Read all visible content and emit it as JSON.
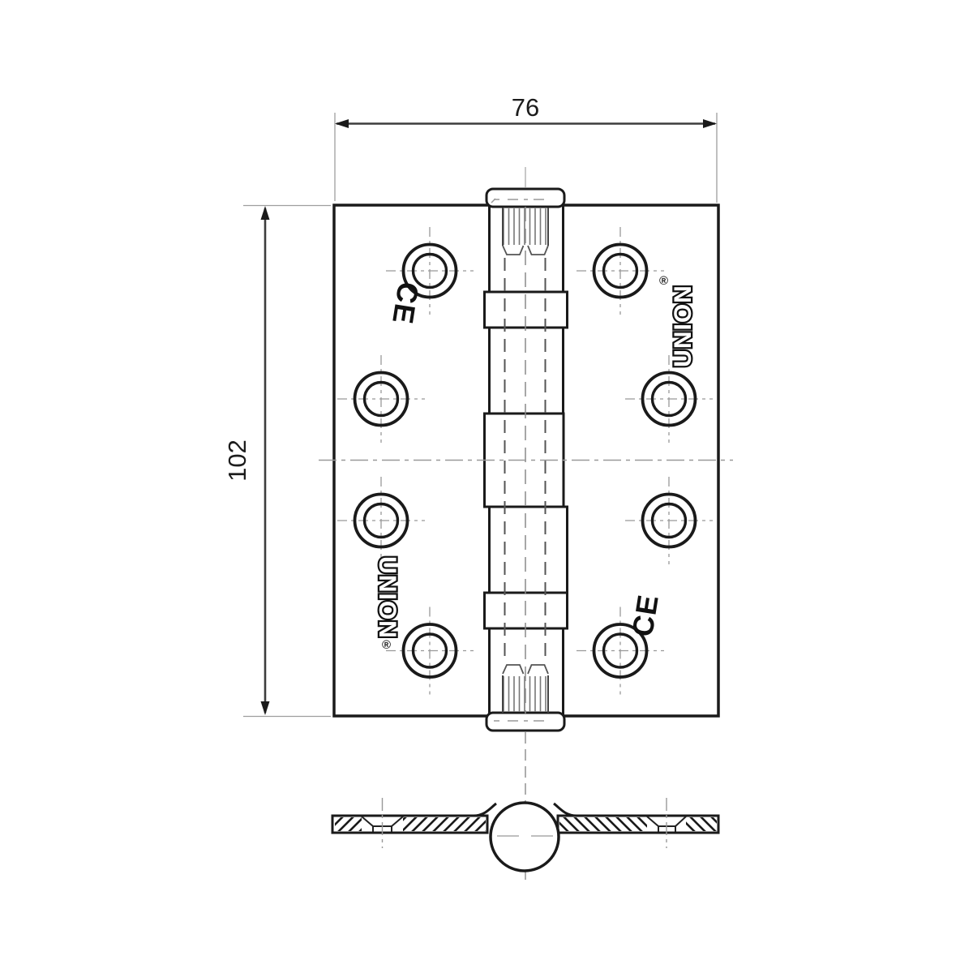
{
  "dimensions": {
    "width_mm": "76",
    "height_mm": "102"
  },
  "marks": {
    "ce": "CE",
    "brand": "UNION",
    "registered": "®"
  },
  "colors": {
    "outline": "#1a1a1a",
    "dimension_line": "#3d3d3d",
    "extension_line": "#9e9e9e",
    "centerline": "#999999",
    "hidden_line": "#555555",
    "knurl_line": "#777777",
    "background": "#ffffff"
  }
}
